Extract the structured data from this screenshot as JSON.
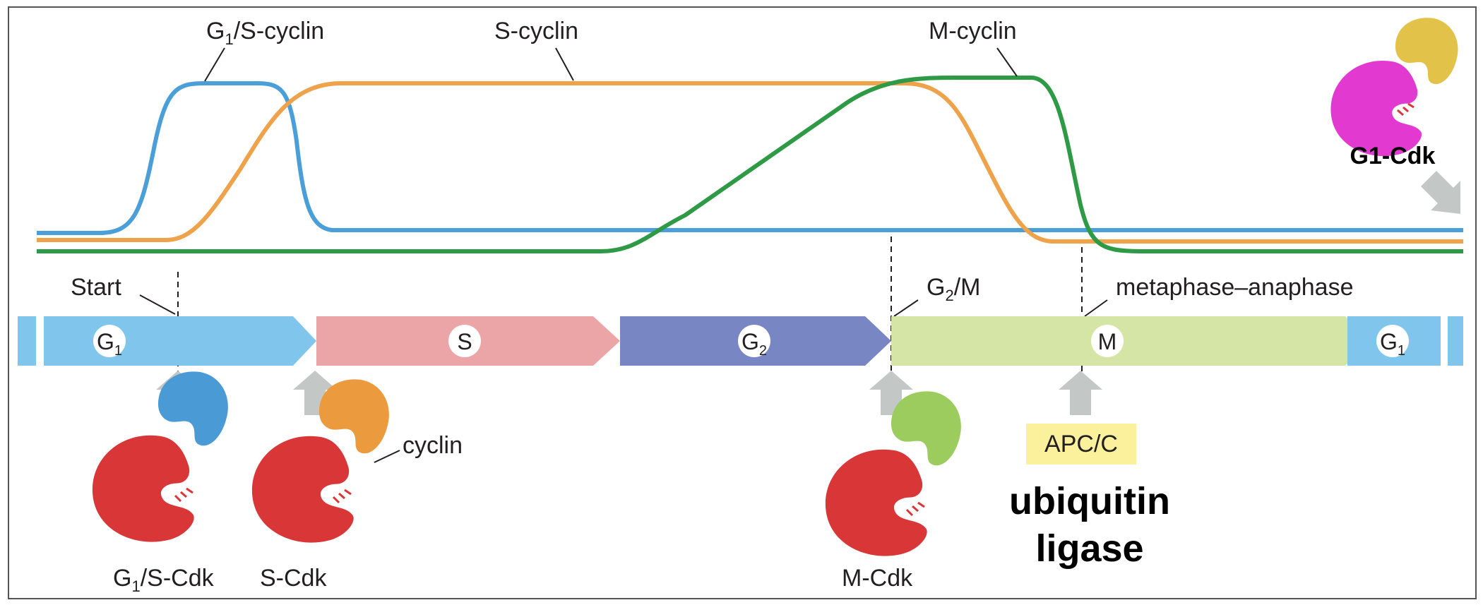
{
  "curves": {
    "g1s": {
      "label": "G",
      "sub": "1",
      "suffix": "/S-cyclin",
      "color": "#4a9fd8"
    },
    "s": {
      "label": "S-cyclin",
      "color": "#eea24a"
    },
    "m": {
      "label": "M-cyclin",
      "color": "#2e9a46"
    }
  },
  "checkpoints": {
    "start": "Start",
    "g2m_main": "G",
    "g2m_sub": "2",
    "g2m_suffix": "/M",
    "meta": "metaphase–anaphase"
  },
  "phases": {
    "g1": {
      "main": "G",
      "sub": "1",
      "color": "#7fc5ec"
    },
    "s": {
      "main": "S",
      "color": "#eba5a7"
    },
    "g2": {
      "main": "G",
      "sub": "2",
      "color": "#7986c4"
    },
    "m": {
      "main": "M",
      "color": "#d5e5a5"
    },
    "g1_end": {
      "main": "G",
      "sub": "1",
      "color": "#7fc5ec"
    }
  },
  "complexes": {
    "g1s_cdk": {
      "main": "G",
      "sub": "1",
      "suffix": "/S-Cdk",
      "cdk_color": "#d93637",
      "cyclin_color": "#4a9ad5"
    },
    "s_cdk": {
      "label": "S-Cdk",
      "cdk_color": "#d93637",
      "cyclin_color": "#ec9a3e"
    },
    "cyclin_label": "cyclin",
    "m_cdk": {
      "label": "M-Cdk",
      "cdk_color": "#d93637",
      "cyclin_color": "#9ccb5e"
    },
    "g1_cdk": {
      "label": "G1-Cdk",
      "cdk_color": "#e23ad0",
      "cyclin_color": "#e3c24a"
    }
  },
  "apc": {
    "label": "APC/C",
    "note_line1": "ubiquitin",
    "note_line2": "ligase",
    "box_color": "#fbf19c"
  },
  "colors": {
    "arrow_gray": "#c3c7c5",
    "frame": "#555555"
  }
}
